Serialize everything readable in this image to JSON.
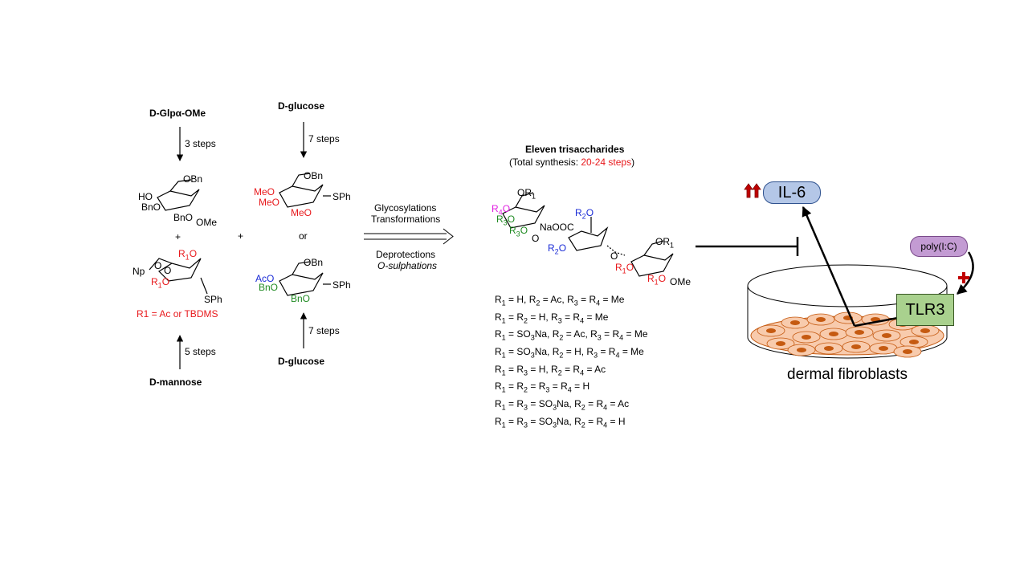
{
  "left": {
    "start1": "D-Glpα-OMe",
    "steps1": "3 steps",
    "plus": "+",
    "start2": "D-mannose",
    "steps2": "5 steps",
    "r1_def": "R1 = Ac or TBDMS"
  },
  "middle": {
    "start_top": "D-glucose",
    "steps_top": "7 steps",
    "or": "or",
    "start_bottom": "D-glucose",
    "steps_bottom": "7 steps",
    "plus": "+"
  },
  "arrow_text": {
    "line1": "Glycosylations",
    "line2": "Transformations",
    "line3": "Deprotections",
    "line4": "O-sulphations"
  },
  "product": {
    "title": "Eleven trisaccharides",
    "subtitle_prefix": "(Total synthesis: ",
    "subtitle_steps": "20-24 steps",
    "subtitle_suffix": ")",
    "substituents": [
      "R1 = H, R2 = Ac, R3 = R4 = Me",
      "R1 = R2 = H, R3 = R4 = Me",
      "R1 = SO3Na, R2 = Ac, R3 = R4 = Me",
      "R1 = SO3Na, R2 = H, R3 = R4 = Me",
      "R1 = R3 = H, R2 = R4 = Ac",
      "R1 = R2 = R3 = R4 = H",
      "R1 = R3 = SO3Na, R2 = R4 = Ac",
      "R1 = R3 = SO3Na, R2 = R4 = H"
    ]
  },
  "bio": {
    "il6": "IL-6",
    "poly": "poly(I:C)",
    "tlr3": "TLR3",
    "cells": "dermal fibroblasts"
  },
  "colors": {
    "red": "#e8191c",
    "green": "#1f8a22",
    "blue": "#1a2bd6",
    "magenta": "#e01ee0",
    "il6": "#b4c7e7",
    "tlr3": "#a9d18e",
    "poly": "#c39bd3",
    "cell": "#f8cbad",
    "nucleus": "#c55a11"
  }
}
